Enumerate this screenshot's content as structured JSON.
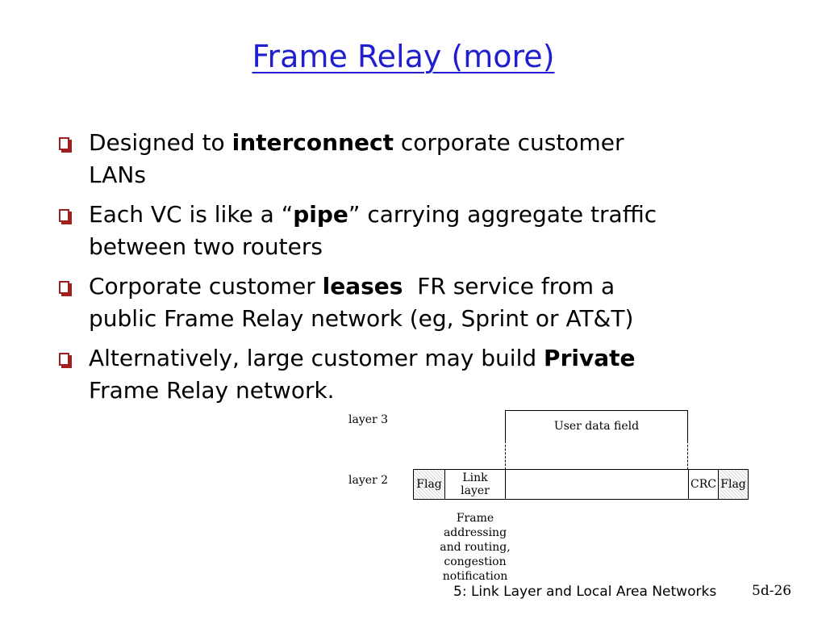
{
  "title": "Frame Relay (more)",
  "bullets": [
    {
      "lines": [
        [
          {
            "t": "Designed to "
          },
          {
            "t": "interconnect",
            "b": true
          },
          {
            "t": " corporate customer"
          }
        ],
        [
          {
            "t": "LANs"
          }
        ]
      ]
    },
    {
      "lines": [
        [
          {
            "t": "Each VC is like a “"
          },
          {
            "t": "pipe",
            "b": true
          },
          {
            "t": "” carrying aggregate traffic"
          }
        ],
        [
          {
            "t": "between two routers"
          }
        ]
      ]
    },
    {
      "lines": [
        [
          {
            "t": "Corporate customer "
          },
          {
            "t": "leases",
            "b": true
          },
          {
            "t": "  FR service from a"
          }
        ],
        [
          {
            "t": "public Frame Relay network (eg, Sprint or AT&T)"
          }
        ]
      ]
    },
    {
      "lines": [
        [
          {
            "t": "Alternatively, large customer may build "
          },
          {
            "t": "Private",
            "b": true
          }
        ],
        [
          {
            "t": "Frame Relay network."
          }
        ]
      ]
    }
  ],
  "diagram": {
    "layer3_label": "layer 3",
    "layer2_label": "layer 2",
    "user_data_field": "User data field",
    "flag_left": "Flag",
    "link_layer_line1": "Link",
    "link_layer_line2": "layer",
    "crc": "CRC",
    "flag_right": "Flag",
    "note_lines": [
      "Frame",
      "addressing",
      "and routing,",
      "congestion",
      "notification"
    ]
  },
  "footer": {
    "course": "5: Link Layer and Local Area Networks",
    "slide_number": "5d-26"
  },
  "colors": {
    "title": "#1f1fcf",
    "bullet": "#a02020"
  }
}
